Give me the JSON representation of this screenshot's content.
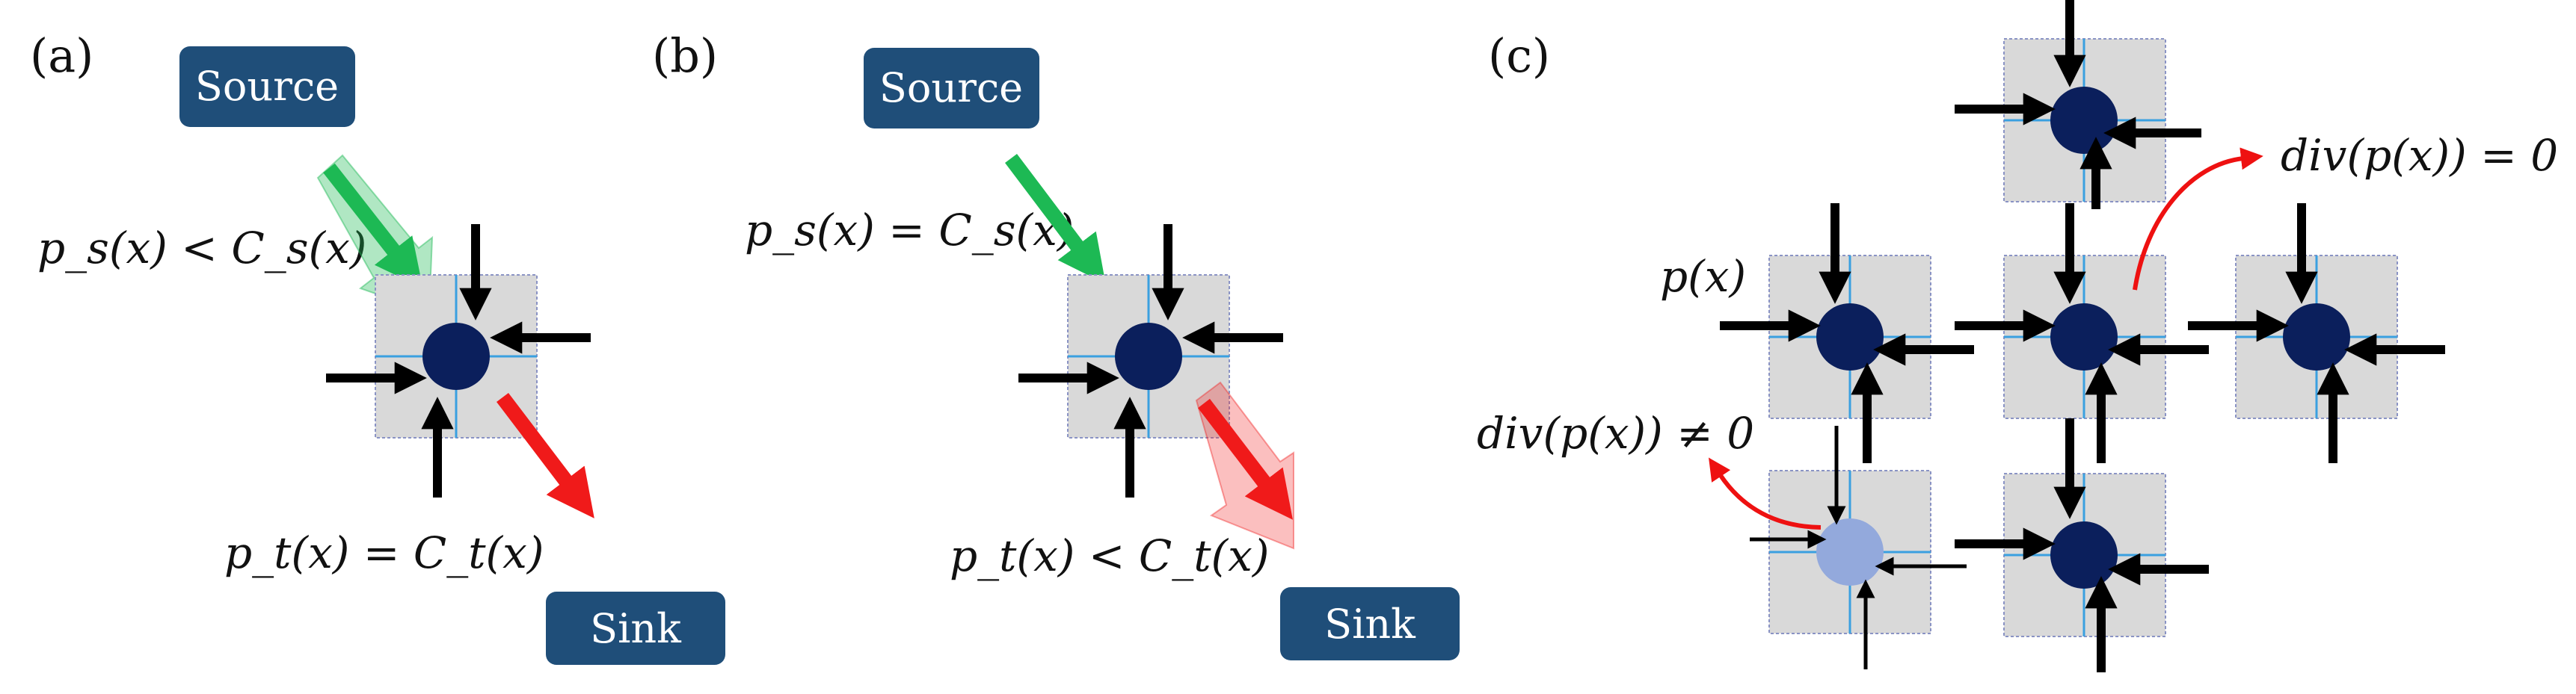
{
  "panels": {
    "a": {
      "label": "(a)",
      "source_label": "Source",
      "sink_label": "Sink",
      "source_flow_text": "p_s(x) < C_s(x)",
      "sink_flow_text": "p_t(x) = C_t(x)",
      "source_saturated": false,
      "sink_saturated": true
    },
    "b": {
      "label": "(b)",
      "source_label": "Source",
      "sink_label": "Sink",
      "source_flow_text": "p_s(x) = C_s(x)",
      "sink_flow_text": "p_t(x) < C_t(x)",
      "source_saturated": true,
      "sink_saturated": false
    },
    "c": {
      "label": "(c)",
      "flow_label": "p(x)",
      "div_zero_text": "div(p(x)) = 0",
      "div_nonzero_text": "div(p(x)) ≠ 0"
    }
  },
  "colors": {
    "node": "#0b1f5c",
    "node_light": "#93a9dc",
    "cell_fill": "#d9d9d9",
    "cell_border": "#8a93c4",
    "grid_line": "#3aa0e0",
    "box_fill": "#1f4e79",
    "source_arrow": "#1db954",
    "sink_arrow": "#f01a1a",
    "curve_arrow": "#ee1111",
    "flow_arrow": "#000000"
  }
}
